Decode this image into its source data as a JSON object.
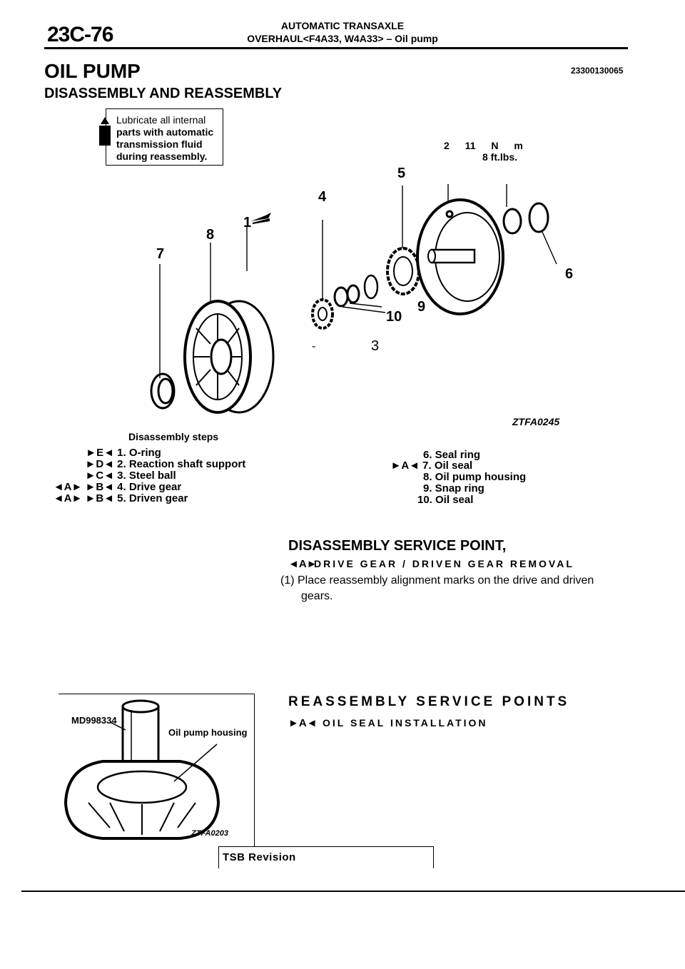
{
  "header": {
    "page_number": "23C-76",
    "section_title": "AUTOMATIC TRANSAXLE",
    "subtitle": "OVERHAUL<F4A33, W4A33> – Oil pump"
  },
  "title": "OIL PUMP",
  "doc_code": "23300130065",
  "subtitle": "DISASSEMBLY AND REASSEMBLY",
  "note": {
    "line1": "Lubricate all internal",
    "line2": "parts with automatic",
    "line3": "transmission fluid",
    "line4": "during reassembly."
  },
  "torque": {
    "nm": "2 11 N m",
    "ftlbs": "8 ft.lbs."
  },
  "callouts": [
    "1",
    "2",
    "3",
    "4",
    "5",
    "6",
    "7",
    "8",
    "9",
    "10"
  ],
  "figure1_code": "ZTFA0245",
  "steps_heading": "Disassembly steps",
  "steps_left": [
    {
      "marks": "►E◄",
      "text": "1. O-ring"
    },
    {
      "marks": "►D◄",
      "text": "2. Reaction shaft support"
    },
    {
      "marks": "►C◄",
      "text": "3. Steel ball"
    },
    {
      "marks": "◄A► ►B◄",
      "text": "4. Drive gear"
    },
    {
      "marks": "◄A► ►B◄",
      "text": "5. Driven gear"
    }
  ],
  "steps_right": [
    {
      "marks": "",
      "text": "6. Seal ring"
    },
    {
      "marks": "►A◄",
      "text": "7. Oil seal"
    },
    {
      "marks": "",
      "text": "8. Oil pump housing"
    },
    {
      "marks": "",
      "text": "9. Snap ring"
    },
    {
      "marks": "",
      "text": "10. Oil seal"
    }
  ],
  "disassembly_point": {
    "heading": "DISASSEMBLY SERVICE POINT,",
    "marker": "◄A►",
    "subheading": "DRIVE GEAR / DRIVEN GEAR REMOVAL",
    "step1": "(1) Place reassembly alignment marks on the drive and driven",
    "step1_cont": "gears."
  },
  "figure2": {
    "tool_label": "MD998334",
    "part_label": "Oil pump housing",
    "code": "ZTFA0203"
  },
  "reassembly_point": {
    "heading": "REASSEMBLY SERVICE POINTS",
    "marker": "►A◄",
    "subheading": "OIL SEAL INSTALLATION"
  },
  "footer": {
    "tsb": "TSB Revision"
  }
}
